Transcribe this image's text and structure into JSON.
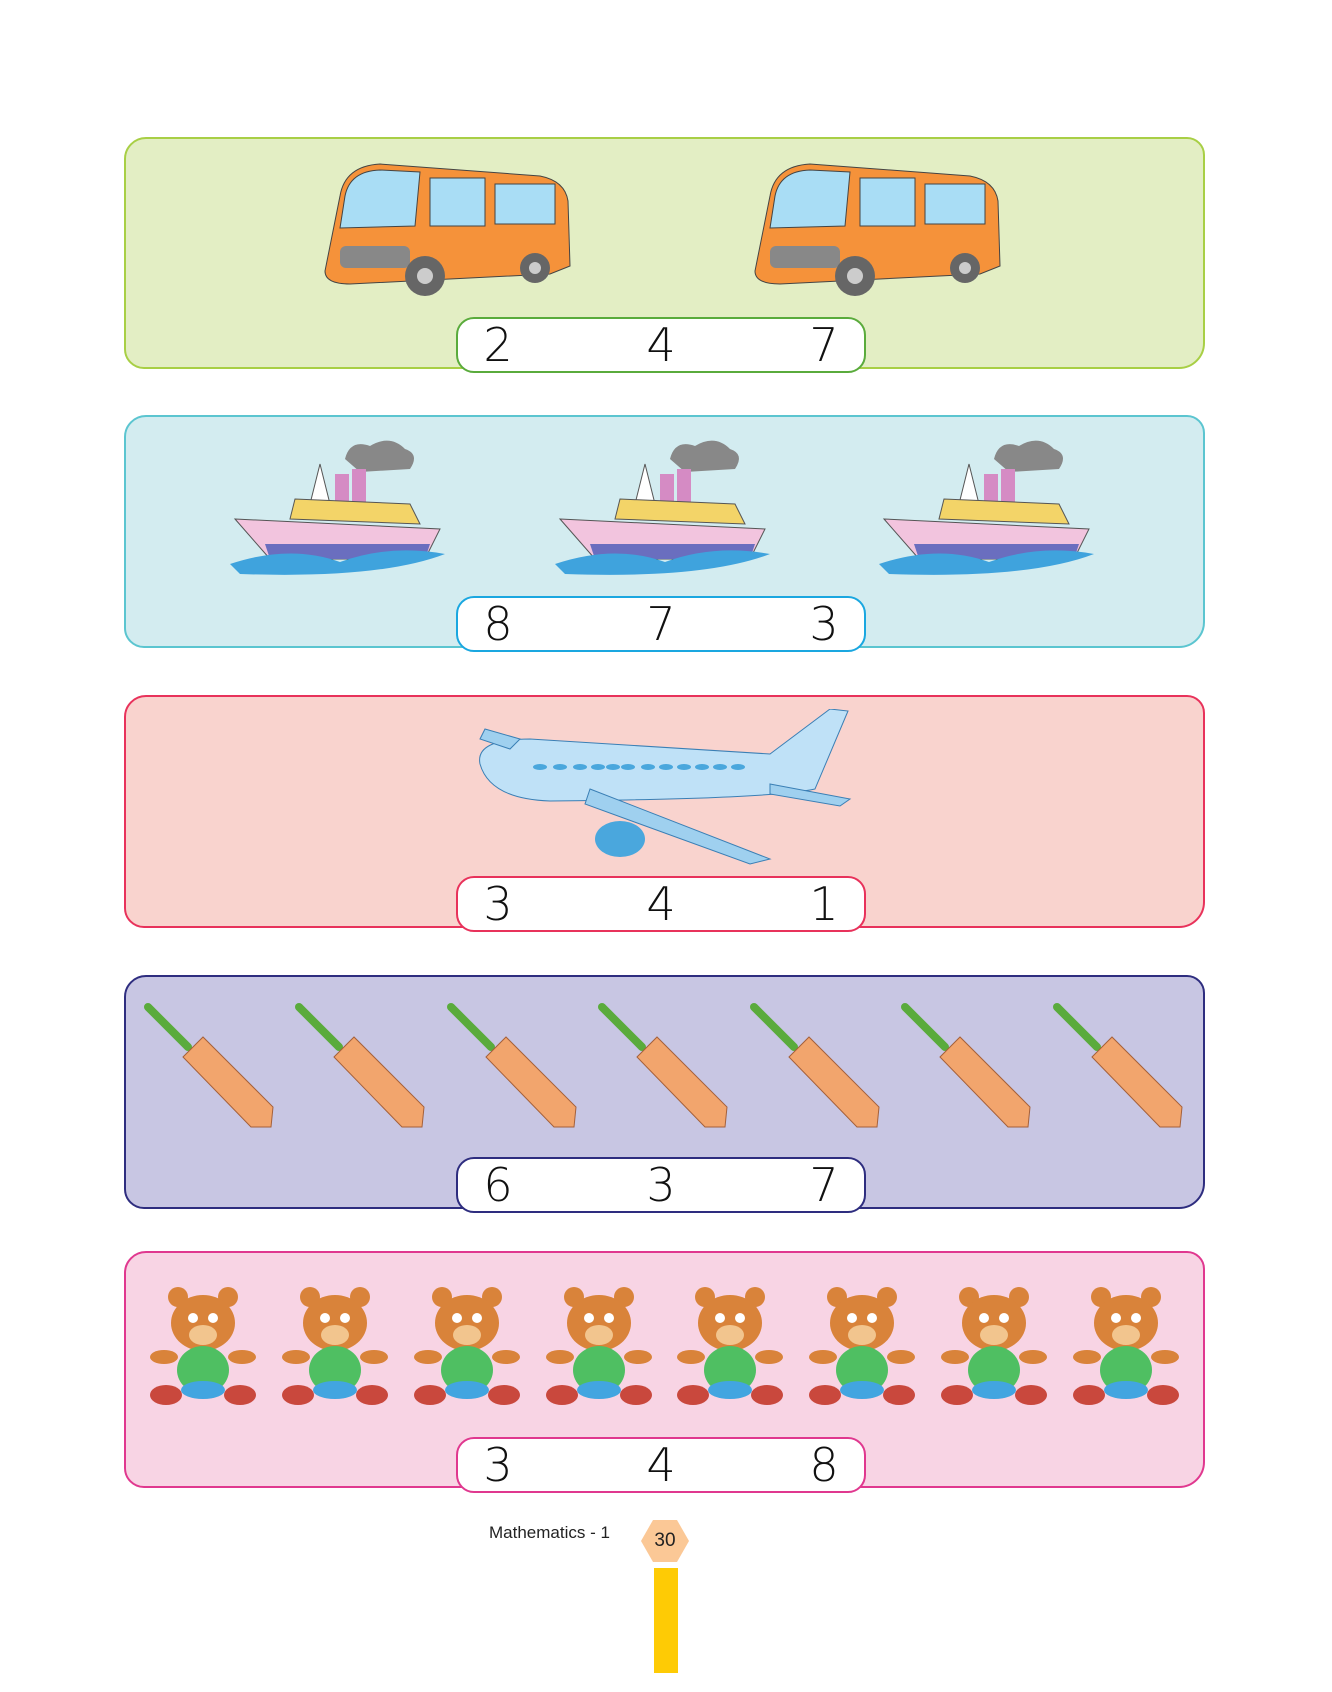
{
  "rows": [
    {
      "object": "bus",
      "count": 2,
      "options": [
        "2",
        "4",
        "7"
      ],
      "bg": "#e3eec4",
      "border": "#a8cf45",
      "box": "#5aab3c"
    },
    {
      "object": "ship",
      "count": 3,
      "options": [
        "8",
        "7",
        "3"
      ],
      "bg": "#d3ecf0",
      "border": "#5bc5d0",
      "box": "#1aa7e0"
    },
    {
      "object": "airplane",
      "count": 1,
      "options": [
        "3",
        "4",
        "1"
      ],
      "bg": "#f9d3ce",
      "border": "#e8325b",
      "box": "#e8325b"
    },
    {
      "object": "cricket-bat",
      "count": 7,
      "options": [
        "6",
        "3",
        "7"
      ],
      "bg": "#c8c6e3",
      "border": "#2e2d7f",
      "box": "#2e2d7f"
    },
    {
      "object": "teddy-bear",
      "count": 8,
      "options": [
        "3",
        "4",
        "8"
      ],
      "bg": "#f8d4e4",
      "border": "#e0388f",
      "box": "#e0388f"
    }
  ],
  "footer": {
    "book": "Mathematics - 1",
    "page": "30"
  }
}
